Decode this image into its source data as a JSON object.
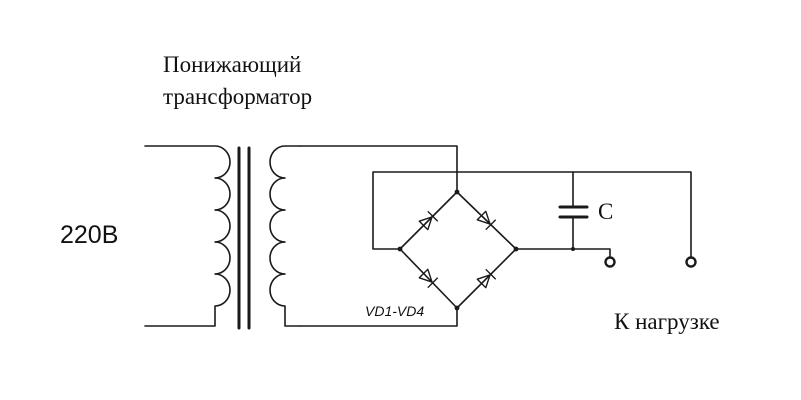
{
  "labels": {
    "transformer_line1": "Понижающий",
    "transformer_line2": "трансформатор",
    "input_voltage": "220В",
    "capacitor": "C",
    "diodes": "VD1-VD4",
    "load": "К нагрузке"
  },
  "colors": {
    "wire": "#1a1a1a",
    "text": "#111111",
    "background": "#ffffff"
  }
}
